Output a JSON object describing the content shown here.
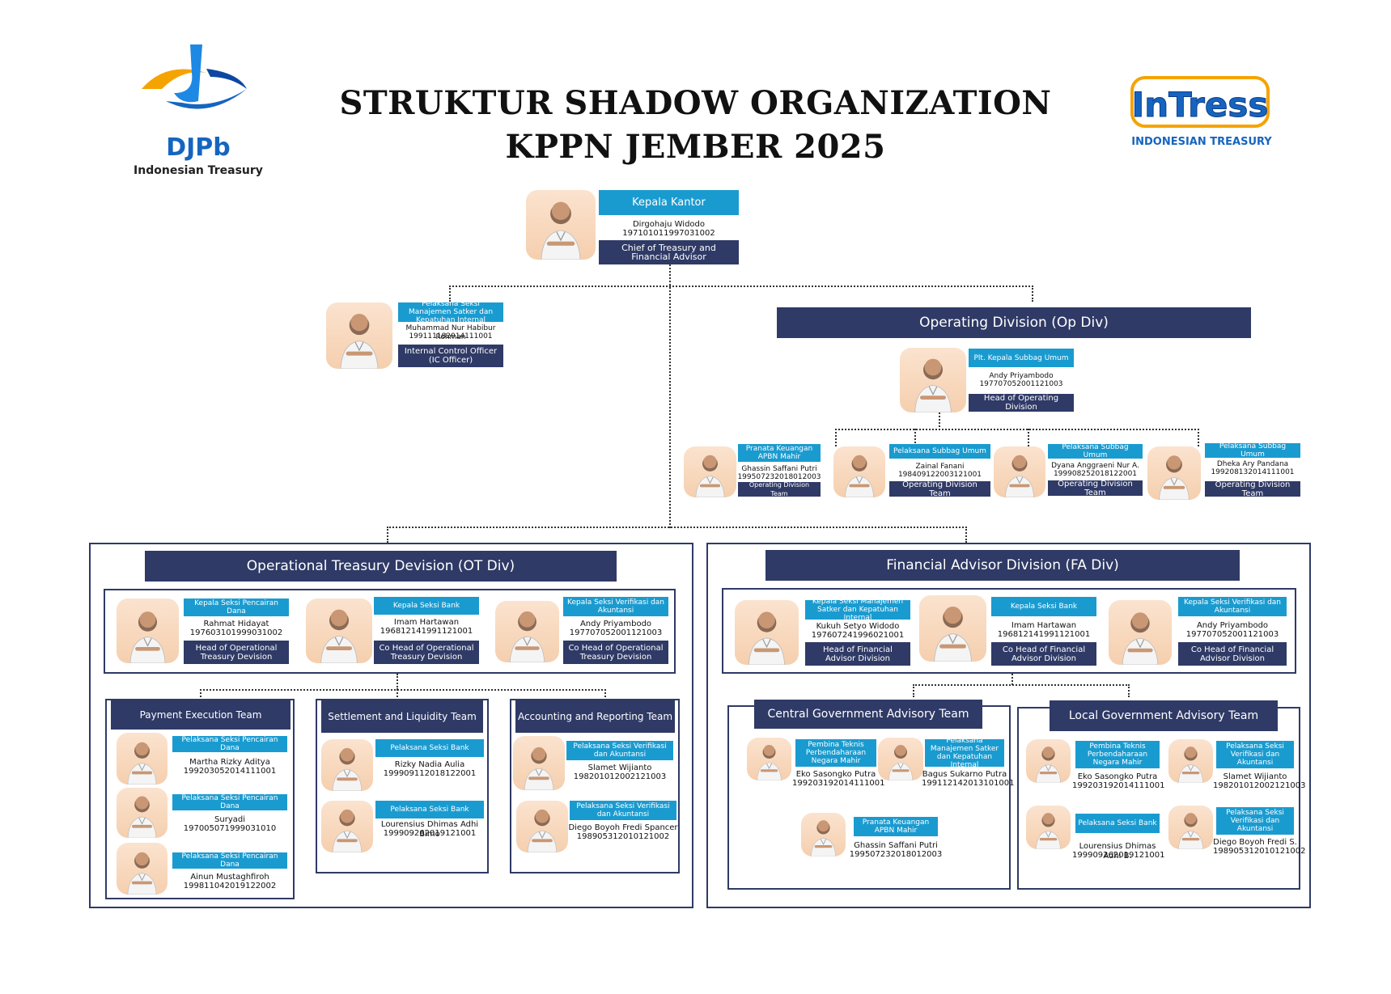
{
  "header": {
    "title_line1": "STRUKTUR SHADOW ORGANIZATION",
    "title_line2": "KPPN JEMBER 2025",
    "left_logo_name": "DJPb",
    "left_logo_sub": "Indonesian Treasury",
    "right_logo_name": "InTress",
    "right_logo_sub": "INDONESIAN TREASURY"
  },
  "head": {
    "tag": "Kepala Kantor",
    "name": "Dirgohaju Widodo",
    "nip": "197101011997031002",
    "role": "Chief  of Treasury and Financial Advisor"
  },
  "ic": {
    "tag": "Pelaksana Seksi Manajemen Satker dan Kepatuhan Internal",
    "name": "Muhammad Nur Habibur Rohman",
    "nip": "199111182014111001",
    "role": "Internal Control Officer (IC Officer)"
  },
  "opdiv": {
    "title": "Operating Division (Op Div)",
    "lead": {
      "tag": "Plt. Kepala Subbag Umum",
      "name": "Andy Priyambodo",
      "nip": "197707052001121003",
      "role": "Head of Operating Division"
    },
    "members": [
      {
        "tag": "Pranata Keuangan APBN Mahir",
        "name": "Ghassin Saffani Putri",
        "nip": "199507232018012003",
        "role": "Operating Division Team"
      },
      {
        "tag": "Pelaksana Subbag Umum",
        "name": "Zainal Fanani",
        "nip": "198409122003121001",
        "role": "Operating Division Team"
      },
      {
        "tag": "Pelaksana Subbag Umum",
        "name": "Dyana Anggraeni Nur A.",
        "nip": "199908252018122001",
        "role": "Operating Division Team"
      },
      {
        "tag": "Pelaksana Subbag Umum",
        "name": "Dheka Ary Pandana",
        "nip": "199208132014111001",
        "role": "Operating Division Team"
      }
    ]
  },
  "otdiv": {
    "title": "Operational Treasury Devision (OT Div)",
    "leads": [
      {
        "tag": "Kepala Seksi Pencairan Dana",
        "name": "Rahmat Hidayat",
        "nip": "197603101999031002",
        "role": "Head of Operational Treasury Devision"
      },
      {
        "tag": "Kepala Seksi Bank",
        "name": "Imam Hartawan",
        "nip": "196812141991121001",
        "role": "Co Head of Operational Treasury Devision"
      },
      {
        "tag": "Kepala Seksi Verifikasi dan Akuntansi",
        "name": "Andy Priyambodo",
        "nip": "197707052001121003",
        "role": "Co Head of Operational Treasury Devision"
      }
    ],
    "teams": [
      {
        "title": "Payment Execution Team",
        "members": [
          {
            "tag": "Pelaksana Seksi Pencairan Dana",
            "name": "Martha Rizky Aditya",
            "nip": "199203052014111001"
          },
          {
            "tag": "Pelaksana Seksi Pencairan Dana",
            "name": "Suryadi",
            "nip": "197005071999031010"
          },
          {
            "tag": "Pelaksana Seksi Pencairan Dana",
            "name": "Ainun Mustaghfiroh",
            "nip": "199811042019122002"
          }
        ]
      },
      {
        "title": "Settlement and Liquidity Team",
        "members": [
          {
            "tag": "Pelaksana Seksi Bank",
            "name": "Rizky Nadia Aulia",
            "nip": "199909112018122001"
          },
          {
            "tag": "Pelaksana Seksi Bank",
            "name": "Lourensius Dhimas Adhi Bimo",
            "nip": "199909262019121001"
          }
        ]
      },
      {
        "title": "Accounting and Reporting Team",
        "members": [
          {
            "tag": "Pelaksana Seksi Verifikasi dan Akuntansi",
            "name": "Slamet Wijianto",
            "nip": "198201012002121003"
          },
          {
            "tag": "Pelaksana Seksi Verifikasi dan Akuntansi",
            "name": "Diego Boyoh Fredi Spancer",
            "nip": "198905312010121002"
          }
        ]
      }
    ]
  },
  "fadiv": {
    "title": "Financial Advisor Division (FA Div)",
    "leads": [
      {
        "tag": "Kepala Seksi Manajemen Satker dan Kepatuhan Internal",
        "name": "Kukuh Setyo Widodo",
        "nip": "197607241996021001",
        "role": "Head of Financial Advisor Division"
      },
      {
        "tag": "Kepala Seksi Bank",
        "name": "Imam Hartawan",
        "nip": "196812141991121001",
        "role": "Co Head of Financial Advisor Division"
      },
      {
        "tag": "Kepala Seksi Verifikasi dan Akuntansi",
        "name": "Andy Priyambodo",
        "nip": "197707052001121003",
        "role": "Co Head of Financial Advisor Division"
      }
    ],
    "teams": [
      {
        "title": "Central Government Advisory Team",
        "members": [
          {
            "tag": "Pembina Teknis Perbendaharaan Negara Mahir",
            "name": "Eko Sasongko Putra",
            "nip": "199203192014111001"
          },
          {
            "tag": "Pelaksana Manajemen Satker dan Kepatuhan Internal",
            "name": "Bagus Sukarno Putra",
            "nip": "199112142013101001"
          },
          {
            "tag": "Pranata Keuangan APBN Mahir",
            "name": "Ghassin Saffani Putri",
            "nip": "199507232018012003"
          }
        ]
      },
      {
        "title": "Local Government Advisory Team",
        "members": [
          {
            "tag": "Pembina Teknis Perbendaharaan Negara Mahir",
            "name": "Eko Sasongko Putra",
            "nip": "199203192014111001"
          },
          {
            "tag": "Pelaksana Seksi Verifikasi dan Akuntansi",
            "name": "Slamet Wijianto",
            "nip": "198201012002121003"
          },
          {
            "tag": "Pelaksana Seksi Bank",
            "name": "Lourensius Dhimas Adhi B.",
            "nip": "199909262019121001"
          },
          {
            "tag": "Pelaksana Seksi Verifikasi dan Akuntansi",
            "name": "Diego Boyoh Fredi S.",
            "nip": "198905312010121002"
          }
        ]
      }
    ]
  }
}
